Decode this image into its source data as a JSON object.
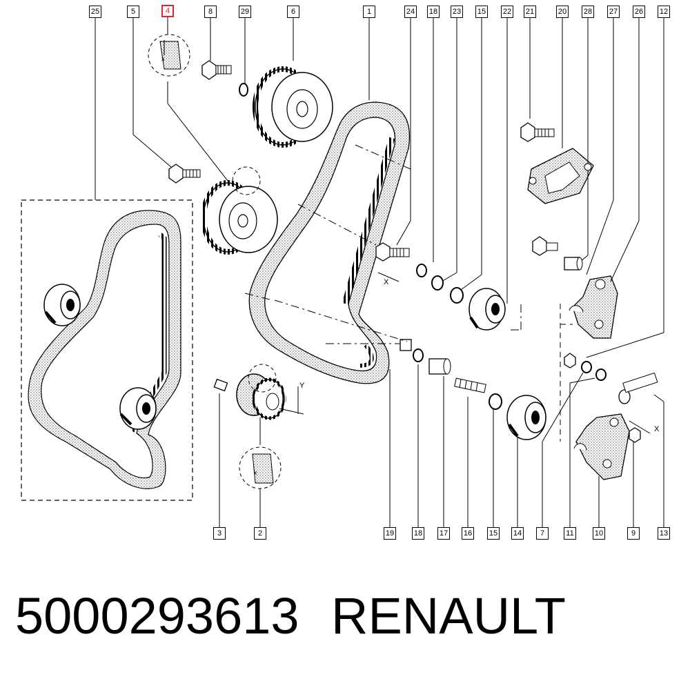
{
  "diagram": {
    "callouts_top": [
      "25",
      "5",
      "4",
      "8",
      "29",
      "6",
      "1",
      "24",
      "18",
      "23",
      "15",
      "22",
      "21",
      "20",
      "28",
      "27",
      "26",
      "12"
    ],
    "callouts_bottom": [
      "3",
      "2",
      "19",
      "18",
      "17",
      "16",
      "15",
      "14",
      "7",
      "11",
      "10",
      "9",
      "13"
    ],
    "highlighted_callout": "4",
    "dimension_labels": {
      "x_top_gear": "x",
      "x_bolt": "X",
      "y_sprocket": "Y",
      "x_sprocket": "x",
      "x_tensioner": "X"
    },
    "colors": {
      "line": "#000000",
      "highlight": "#e0202a",
      "background": "#ffffff"
    }
  },
  "footer": {
    "part_number": "5000293613",
    "brand": "RENAULT"
  }
}
